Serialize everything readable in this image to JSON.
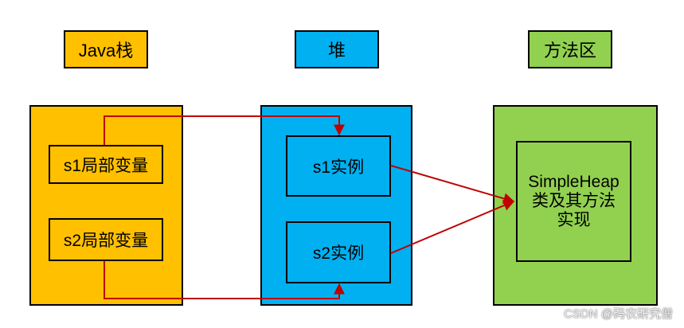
{
  "titles": {
    "stack": "Java栈",
    "heap": "堆",
    "method_area": "方法区"
  },
  "stack": {
    "s1": "s1局部变量",
    "s2": "s2局部变量"
  },
  "heap": {
    "s1": "s1实例",
    "s2": "s2实例"
  },
  "method_area": {
    "line1": "SimpleHeap",
    "line2": "类及其方法",
    "line3": "实现"
  },
  "watermark": "CSDN @码农研究僧",
  "colors": {
    "stack": "#FFC000",
    "heap": "#00B0F0",
    "method_area": "#92D050",
    "arrow": "#C00000"
  }
}
